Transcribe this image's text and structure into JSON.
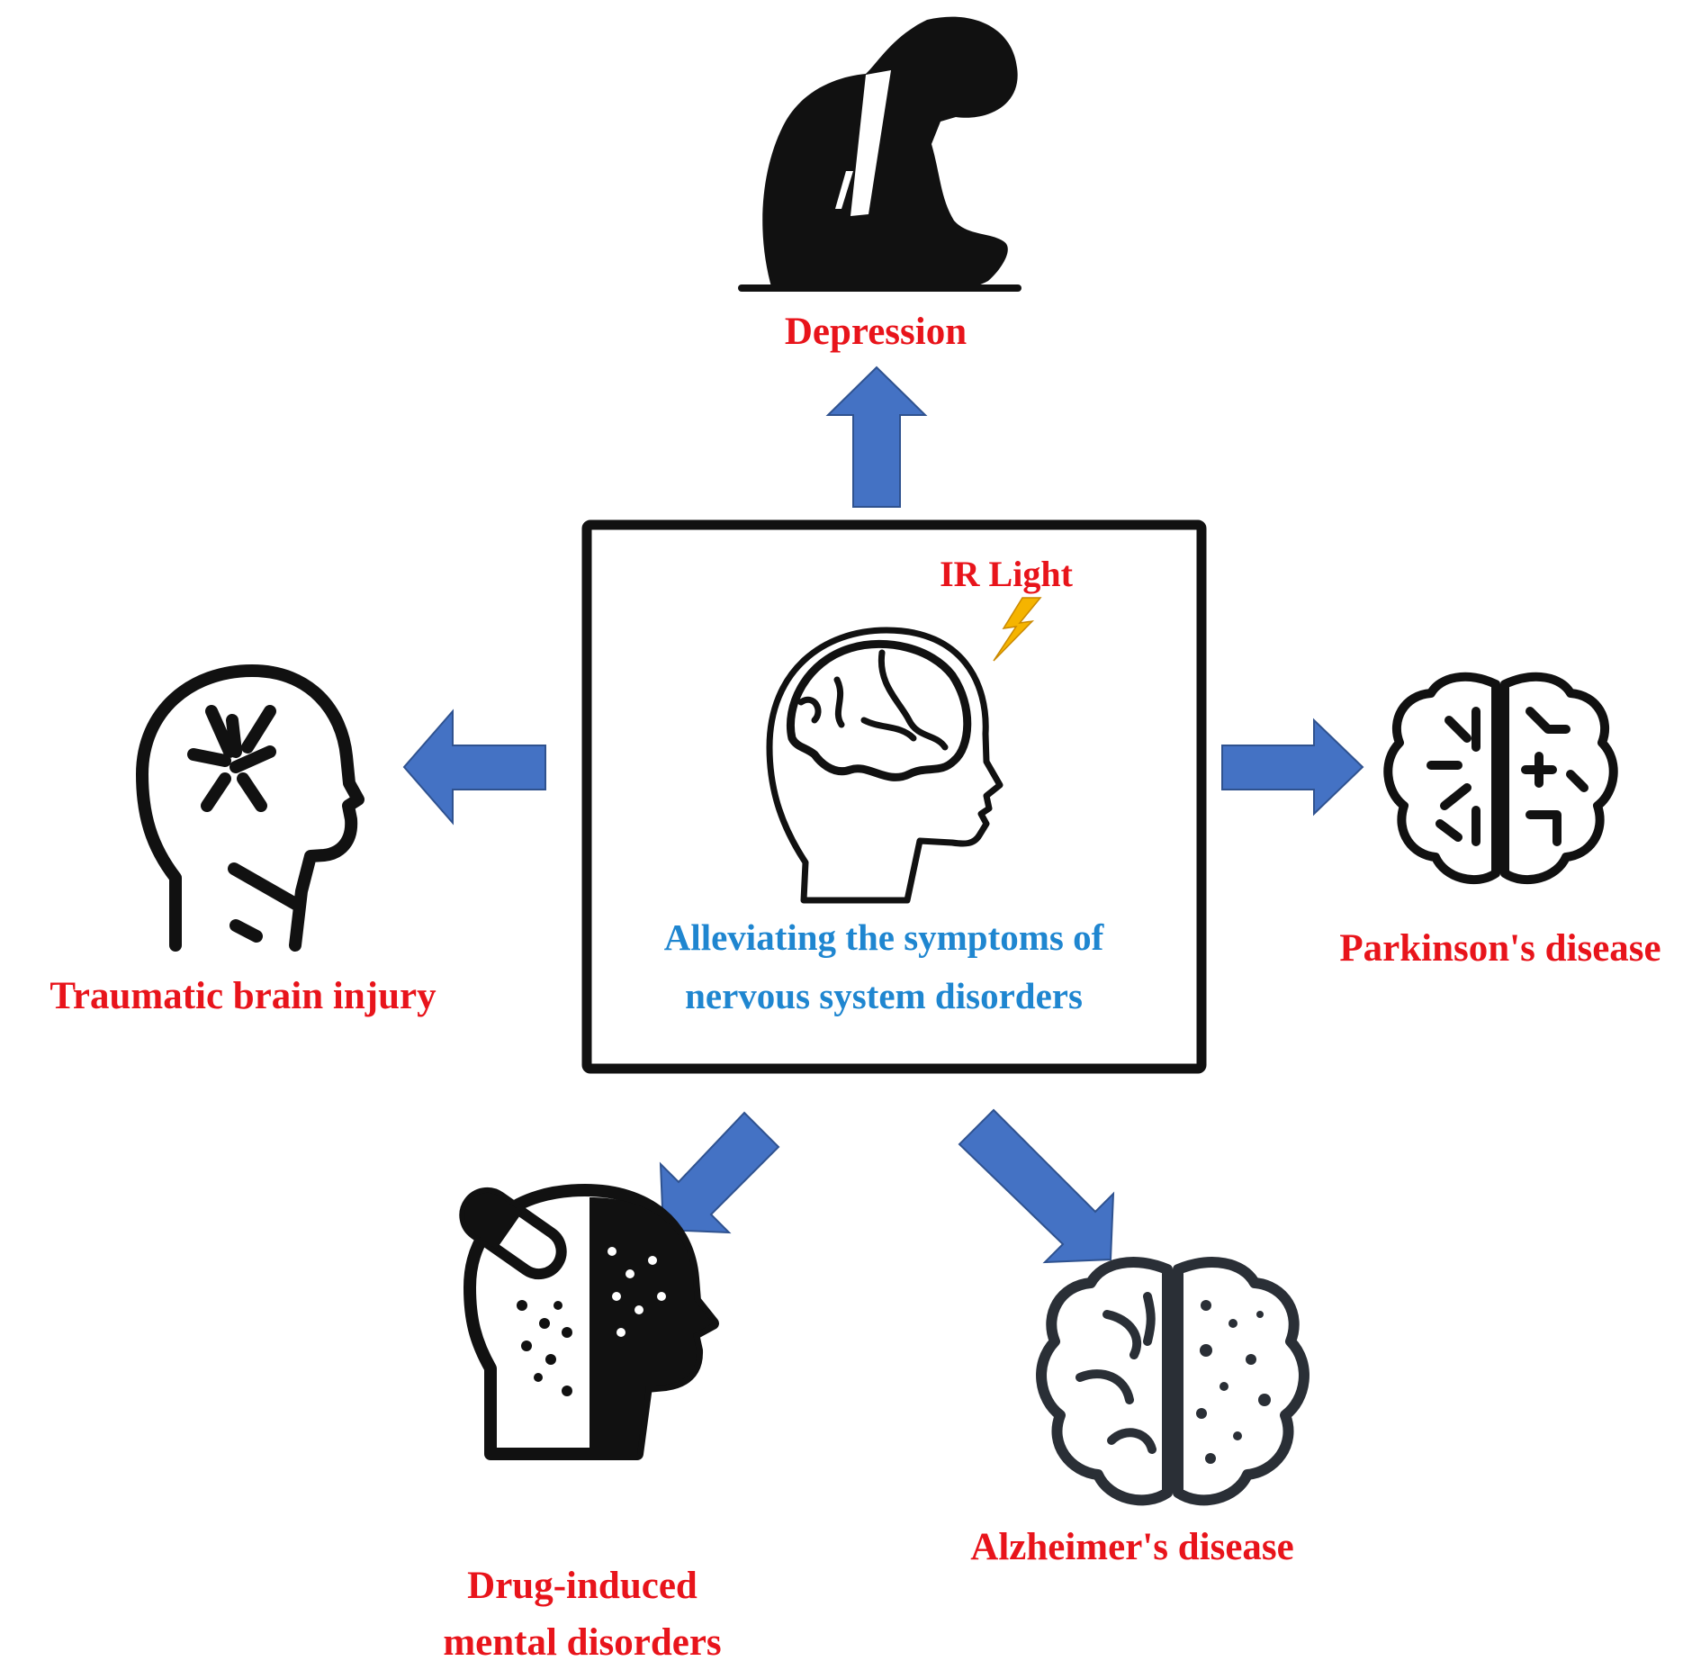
{
  "center": {
    "ir_label": "IR Light",
    "caption_line1": "Alleviating the symptoms of",
    "caption_line2": "nervous system disorders"
  },
  "conditions": {
    "depression": "Depression",
    "tbi": "Traumatic brain injury",
    "parkinsons": "Parkinson's disease",
    "drug_line1": "Drug-induced",
    "drug_line2": "mental disorders",
    "alzheimers": "Alzheimer's disease"
  },
  "colors": {
    "label_red": "#e8141b",
    "caption_blue": "#1f86d0",
    "arrow_fill": "#4472c4",
    "arrow_stroke": "#2f528f",
    "bolt": "#f5b400",
    "ink": "#111111"
  },
  "icons": [
    "sad-person-icon",
    "head-brain-icon",
    "lightning-bolt-icon",
    "head-crack-icon",
    "circuit-brain-icon",
    "pill-head-icon",
    "dotted-brain-icon"
  ]
}
